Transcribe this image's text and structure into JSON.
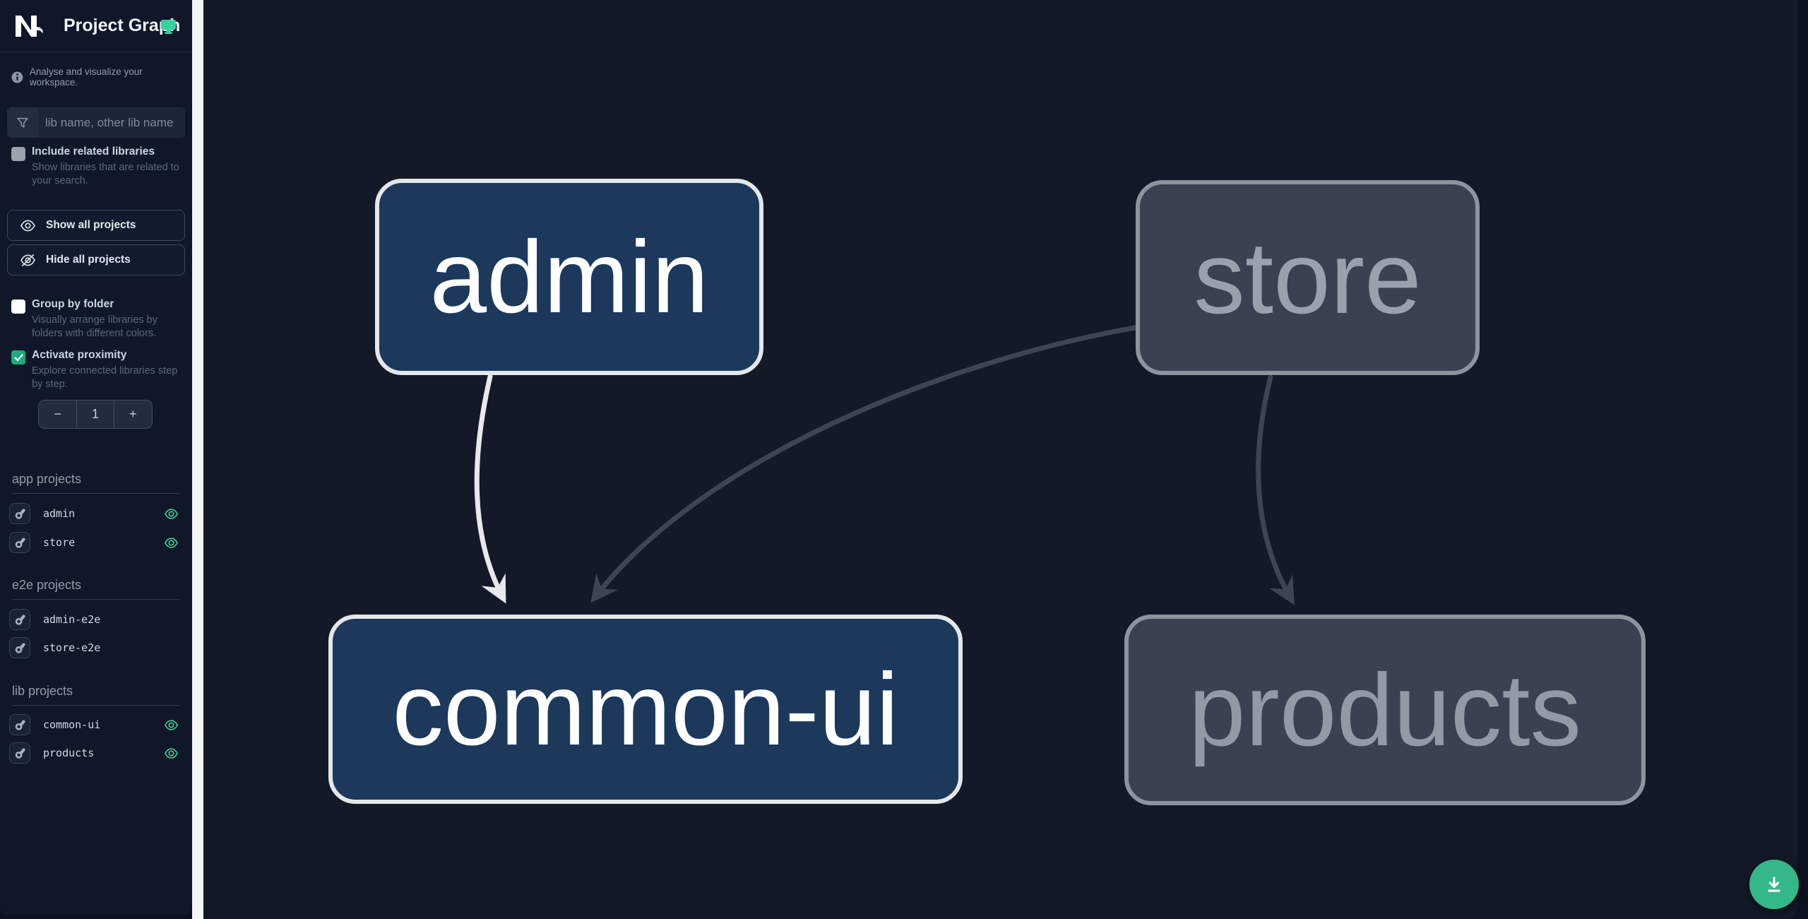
{
  "header": {
    "logo": "Nx",
    "title": "Project Graph",
    "tagline": "Analyse and visualize your workspace."
  },
  "filter": {
    "placeholder": "lib name, other lib name"
  },
  "options": [
    {
      "label": "Include related libraries",
      "description": "Show libraries that are related to your search.",
      "checked": false
    },
    {
      "label": "Group by folder",
      "description": "Visually arrange libraries by folders with different colors.",
      "checked": false
    },
    {
      "label": "Activate proximity",
      "description": "Explore connected libraries step by step.",
      "checked": true
    }
  ],
  "buttons": {
    "show_all": "Show all projects",
    "hide_all": "Hide all projects"
  },
  "proximity_stepper": {
    "decrement": "−",
    "value": "1",
    "increment": "+"
  },
  "sections": [
    {
      "title": "app projects",
      "items": [
        {
          "name": "admin",
          "visible": true
        },
        {
          "name": "store",
          "visible": true
        }
      ]
    },
    {
      "title": "e2e projects",
      "items": [
        {
          "name": "admin-e2e",
          "visible": false
        },
        {
          "name": "store-e2e",
          "visible": false
        }
      ]
    },
    {
      "title": "lib projects",
      "items": [
        {
          "name": "common-ui",
          "visible": true
        },
        {
          "name": "products",
          "visible": true
        }
      ]
    }
  ],
  "graph": {
    "nodes": [
      {
        "id": "admin",
        "label": "admin",
        "state": "highlighted"
      },
      {
        "id": "store",
        "label": "store",
        "state": "faded"
      },
      {
        "id": "common-ui",
        "label": "common-ui",
        "state": "highlighted"
      },
      {
        "id": "products",
        "label": "products",
        "state": "faded"
      }
    ],
    "edges": [
      {
        "from": "admin",
        "to": "common-ui",
        "state": "highlighted"
      },
      {
        "from": "store",
        "to": "common-ui",
        "state": "faded"
      },
      {
        "from": "store",
        "to": "products",
        "state": "faded"
      }
    ]
  },
  "colors": {
    "accent_green": "#34d39b",
    "eye_green": "#3fce93",
    "checkbox_checked": "#1cab7c",
    "fab_background": "#35b888",
    "node_highlight_fill": "#1c395c",
    "node_highlight_border": "#e4e7ea",
    "node_faded_fill": "#3a4150",
    "node_faded_border": "#8e949e",
    "edge_highlight": "#e7e9ec",
    "edge_faded": "#3d4553",
    "sidebar_background": "#0f1729",
    "canvas_background": "#131927"
  }
}
